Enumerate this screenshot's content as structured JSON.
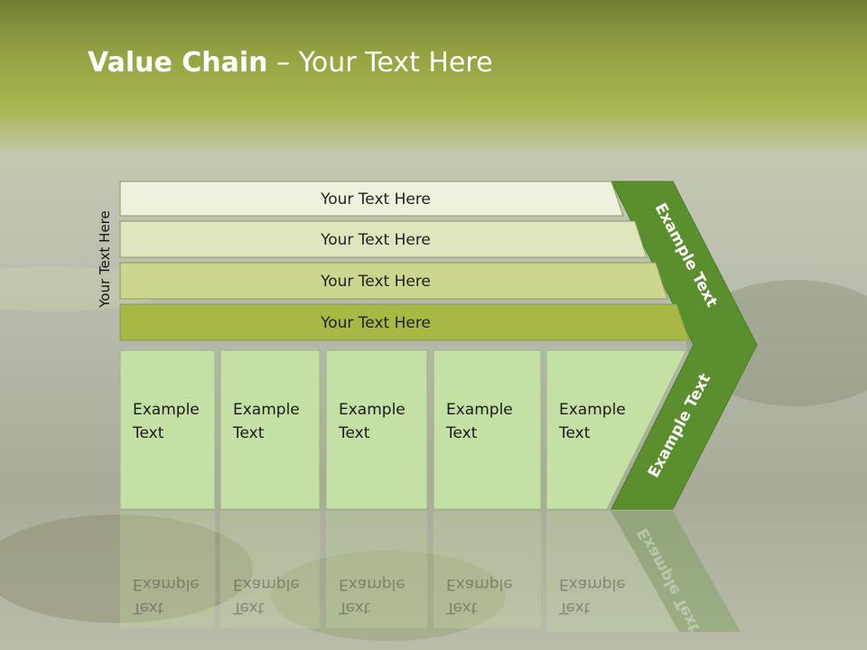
{
  "slide": {
    "title_bold": "Value Chain",
    "title_rest": " – Your Text Here",
    "side_label": "Your Text Here"
  },
  "rows": [
    {
      "label": "Your Text Here",
      "color": "#eef1dc"
    },
    {
      "label": "Your Text Here",
      "color": "#dfe6bd"
    },
    {
      "label": "Your Text Here",
      "color": "#cdd68f"
    },
    {
      "label": "Your Text Here",
      "color": "#a9b845"
    }
  ],
  "boxes": [
    {
      "line1": "Example",
      "line2": "Text"
    },
    {
      "line1": "Example",
      "line2": "Text"
    },
    {
      "line1": "Example",
      "line2": "Text"
    },
    {
      "line1": "Example",
      "line2": "Text"
    },
    {
      "line1": "Example",
      "line2": "Text"
    }
  ],
  "chevron": {
    "upper_text": "Example Text",
    "lower_text": "Example Text",
    "color": "#5b8f2e"
  },
  "colors": {
    "box_fill": "#c5e0a5",
    "header_band": "#a6b24a"
  }
}
